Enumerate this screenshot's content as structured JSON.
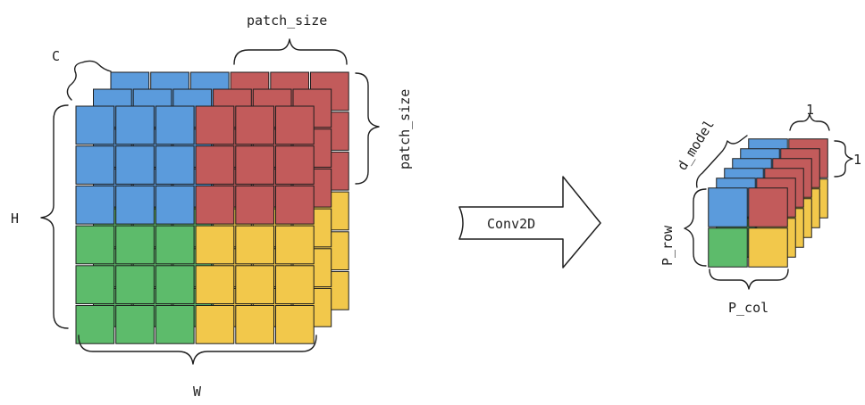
{
  "labels": {
    "patch_size_top": "patch_size",
    "patch_size_side": "patch_size",
    "channels": "C",
    "height": "H",
    "width": "W",
    "operation": "Conv2D",
    "d_model": "d_model",
    "one_top": "1",
    "one_side": "1",
    "p_row": "P_row",
    "p_col": "P_col"
  },
  "colors": {
    "blue": "#5b9bdc",
    "red": "#c25b5b",
    "green": "#5dbb6b",
    "yellow": "#f2c84b",
    "stroke": "#1e1e1e"
  },
  "input_tensor": {
    "grid_rows": 6,
    "grid_cols": 6,
    "channel_layers": 3,
    "quadrants": {
      "top_left": "blue",
      "top_right": "red",
      "bottom_left": "green",
      "bottom_right": "yellow"
    }
  },
  "output_tensor": {
    "grid_rows": 2,
    "grid_cols": 2,
    "channel_layers": 6,
    "quadrants": {
      "top_left": "blue",
      "top_right": "red",
      "bottom_left": "green",
      "bottom_right": "yellow"
    }
  }
}
